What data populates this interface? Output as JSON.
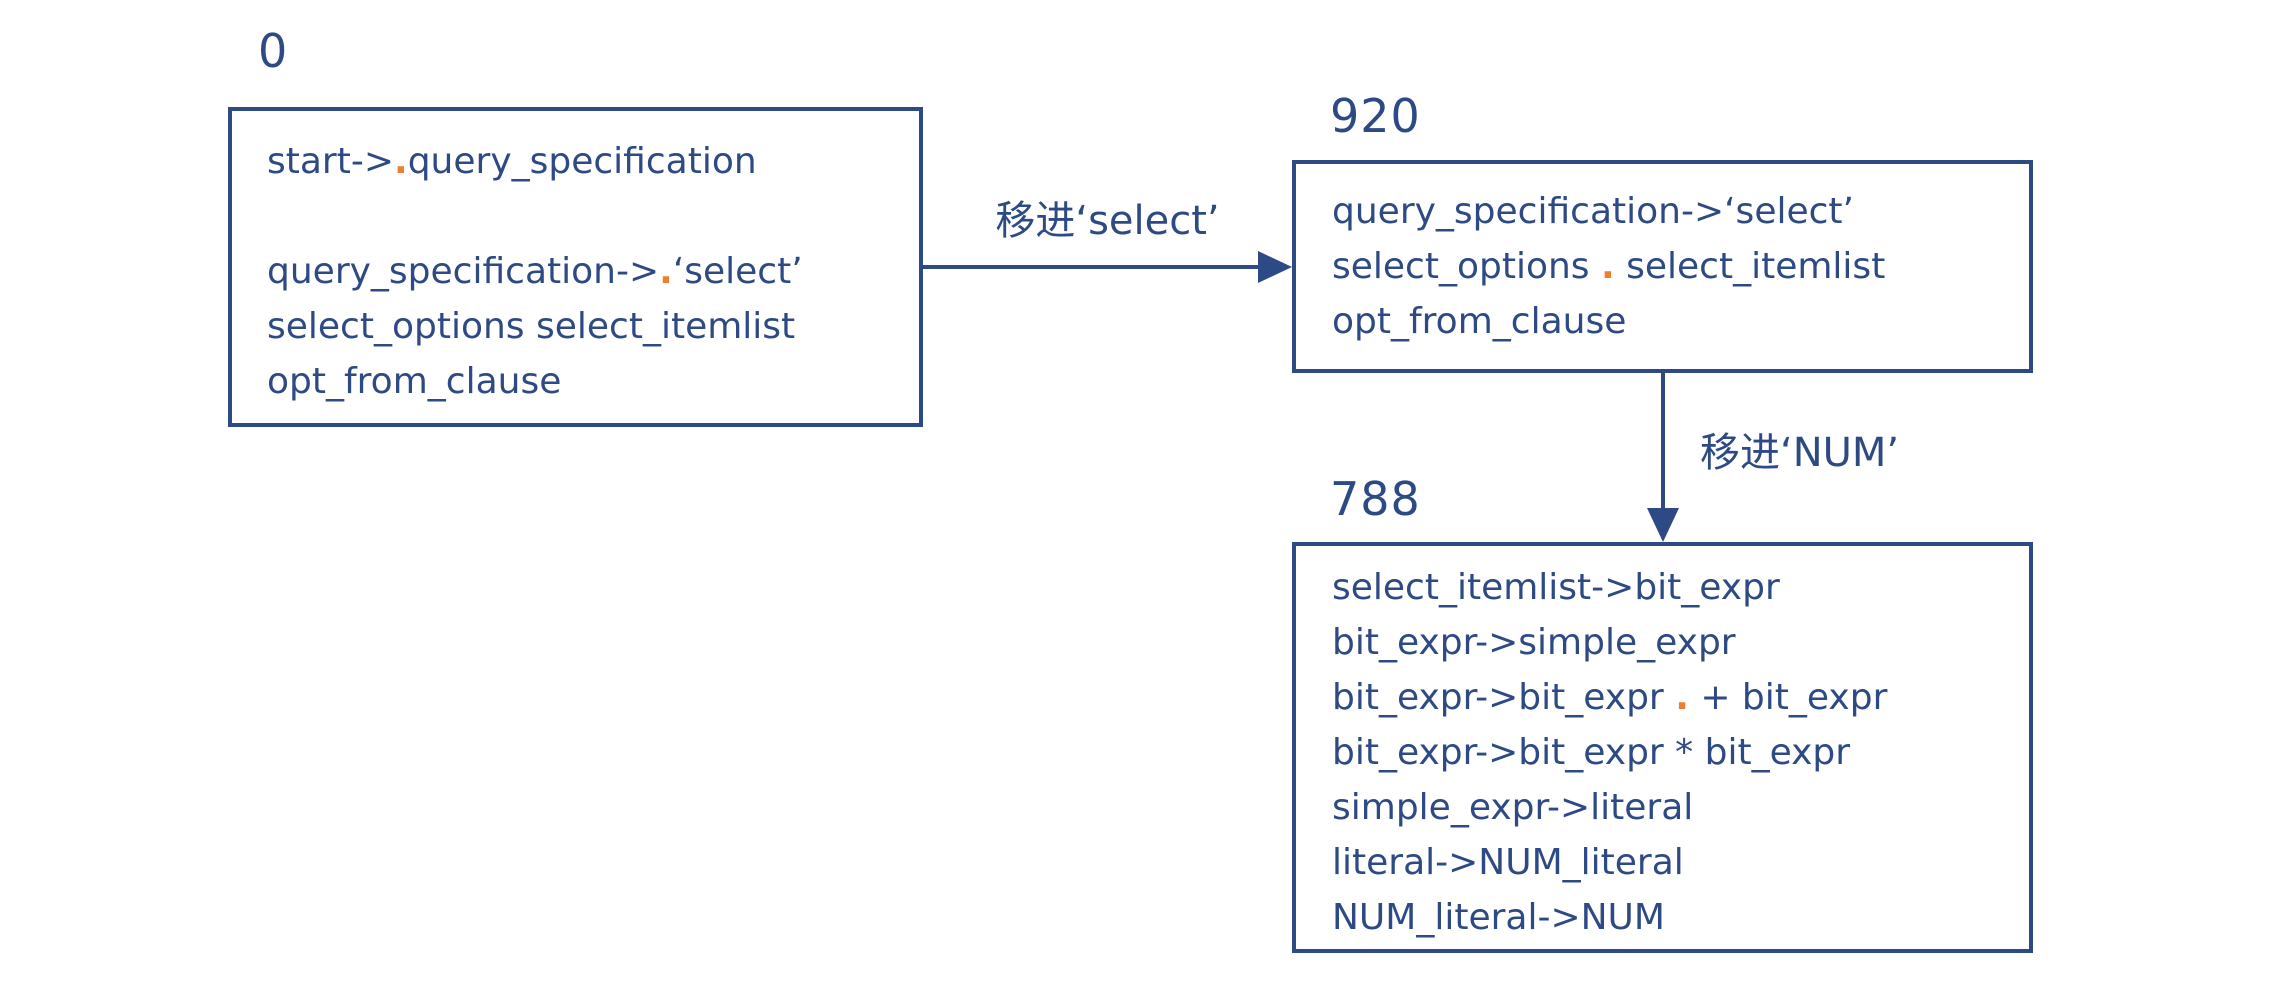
{
  "diagram": {
    "type": "lr-parser-state-diagram",
    "colors": {
      "ink": "#2e4a85",
      "accent": "#ee7f2c",
      "background": "#ffffff"
    },
    "states": [
      {
        "id": "0",
        "items": [
          {
            "segments": [
              {
                "text": "start->"
              },
              {
                "text": ".",
                "accent": true
              },
              {
                "text": "query_specification"
              }
            ]
          },
          {
            "segments": []
          },
          {
            "segments": [
              {
                "text": "query_specification->"
              },
              {
                "text": ".",
                "accent": true
              },
              {
                "text": "‘select’"
              }
            ]
          },
          {
            "segments": [
              {
                "text": "select_options select_itemlist"
              }
            ]
          },
          {
            "segments": [
              {
                "text": "opt_from_clause"
              }
            ]
          }
        ]
      },
      {
        "id": "920",
        "items": [
          {
            "segments": [
              {
                "text": "query_specification->‘select’"
              }
            ]
          },
          {
            "segments": [
              {
                "text": "select_options "
              },
              {
                "text": ".",
                "accent": true
              },
              {
                "text": " select_itemlist"
              }
            ]
          },
          {
            "segments": [
              {
                "text": "opt_from_clause"
              }
            ]
          }
        ]
      },
      {
        "id": "788",
        "items": [
          {
            "segments": [
              {
                "text": "select_itemlist->bit_expr"
              }
            ]
          },
          {
            "segments": [
              {
                "text": "bit_expr->simple_expr"
              }
            ]
          },
          {
            "segments": [
              {
                "text": "bit_expr->bit_expr "
              },
              {
                "text": ".",
                "accent": true
              },
              {
                "text": " + bit_expr"
              }
            ]
          },
          {
            "segments": [
              {
                "text": "bit_expr->bit_expr * bit_expr"
              }
            ]
          },
          {
            "segments": [
              {
                "text": "simple_expr->literal"
              }
            ]
          },
          {
            "segments": [
              {
                "text": "literal->NUM_literal"
              }
            ]
          },
          {
            "segments": [
              {
                "text": "NUM_literal->NUM"
              }
            ]
          }
        ]
      }
    ],
    "transitions": [
      {
        "label": "移进‘select’",
        "from": "0",
        "to": "920",
        "direction": "right"
      },
      {
        "label": "移进‘NUM’",
        "from": "920",
        "to": "788",
        "direction": "down"
      }
    ]
  }
}
